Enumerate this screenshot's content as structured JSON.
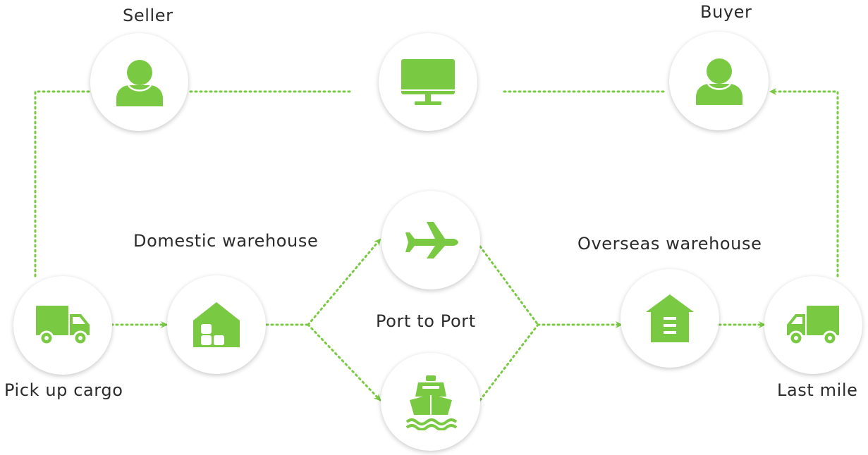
{
  "labels": {
    "seller": "Seller",
    "buyer": "Buyer",
    "domestic_warehouse": "Domestic warehouse",
    "port_to_port": "Port to Port",
    "overseas_warehouse": "Overseas warehouse",
    "pick_up_cargo": "Pick up cargo",
    "last_mile": "Last mile"
  },
  "colors": {
    "accent": "#7ac943",
    "connector": "#7ac943",
    "text": "#2b2b2b"
  },
  "icons": {
    "seller": "user-icon",
    "platform": "monitor-icon",
    "buyer": "user-icon",
    "pickup": "truck-icon",
    "domestic": "warehouse-icon",
    "air": "airplane-icon",
    "sea": "ship-icon",
    "overseas": "storehouse-icon",
    "lastmile": "delivery-truck-icon"
  }
}
